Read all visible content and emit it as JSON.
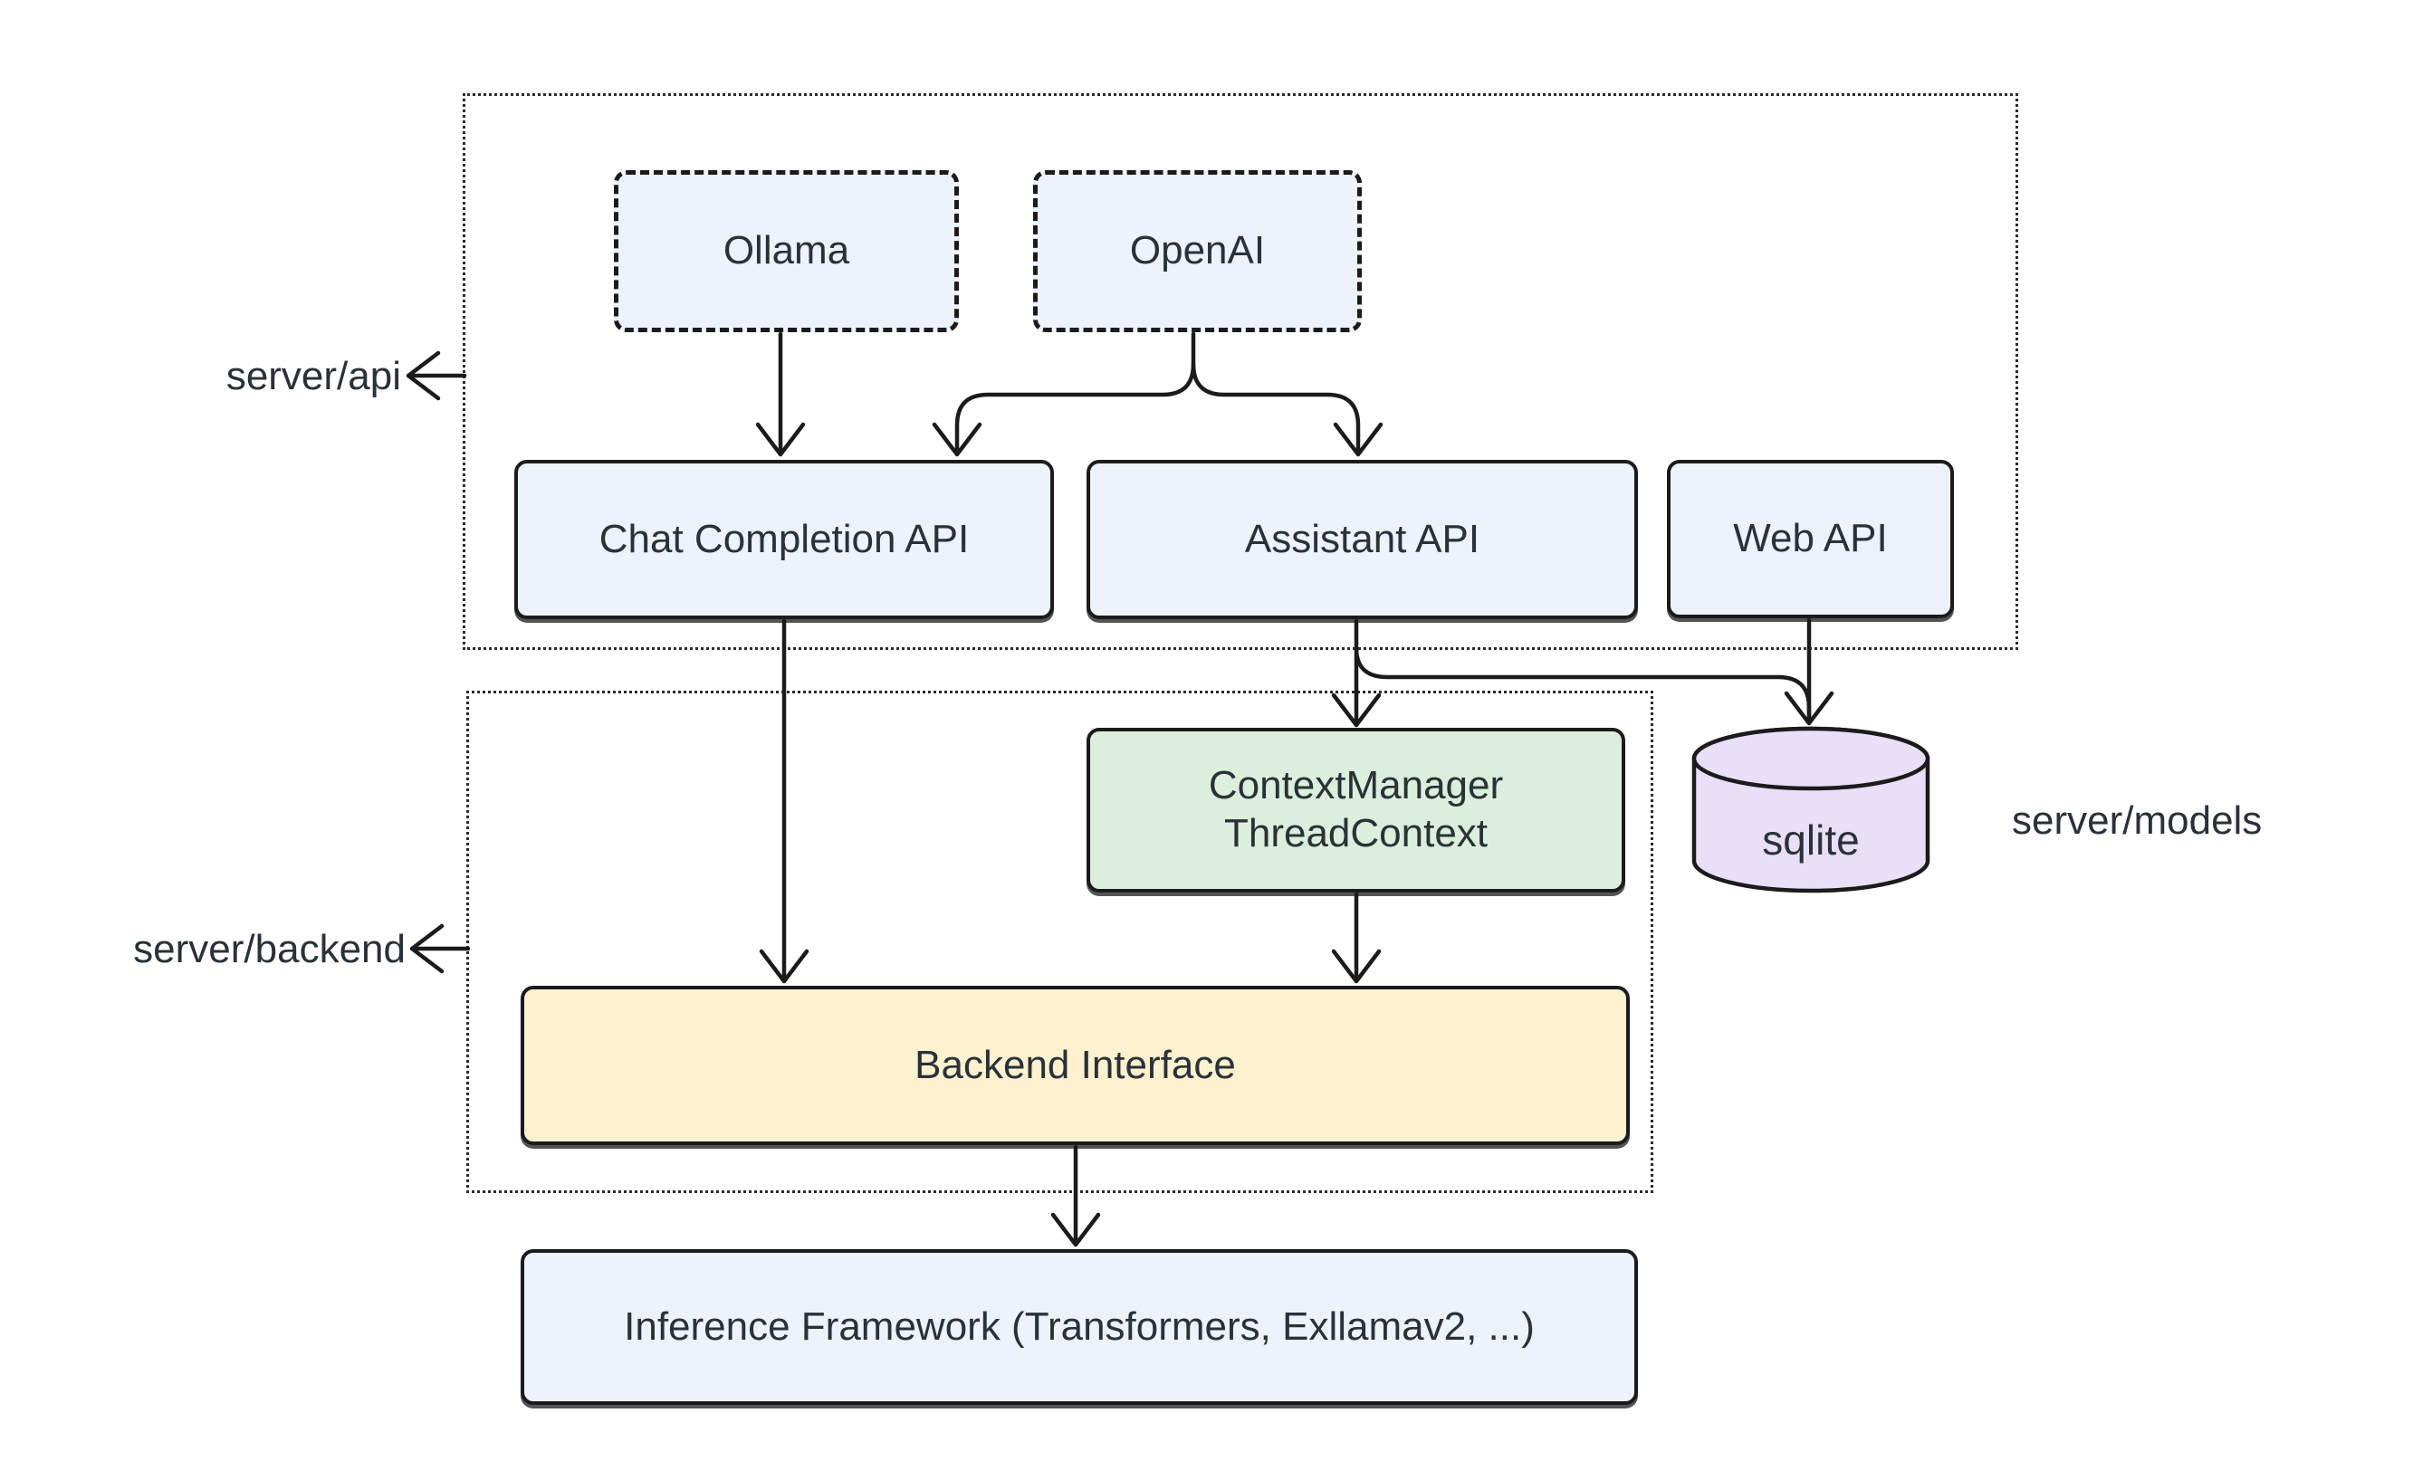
{
  "diagram": {
    "background": "#ffffff",
    "text_color": "#2a3138",
    "stroke_color": "#1b1b1b",
    "containers": {
      "server_api": {
        "label": "server/api"
      },
      "server_backend": {
        "label": "server/backend"
      },
      "server_models": {
        "label": "server/models"
      }
    },
    "nodes": {
      "ollama": {
        "label": "Ollama",
        "fill": "#edf2fb",
        "border": "dashed"
      },
      "openai": {
        "label": "OpenAI",
        "fill": "#edf2fb",
        "border": "dashed"
      },
      "chat_completion_api": {
        "label": "Chat Completion API",
        "fill": "#edf2fb",
        "border": "solid"
      },
      "assistant_api": {
        "label": "Assistant API",
        "fill": "#edf2fb",
        "border": "solid"
      },
      "web_api": {
        "label": "Web API",
        "fill": "#edf2fb",
        "border": "solid"
      },
      "context_manager": {
        "lines": [
          "ContextManager",
          "ThreadContext"
        ],
        "fill": "#dcefdc",
        "border": "solid"
      },
      "backend_interface": {
        "label": "Backend Interface",
        "fill": "#fdf1d0",
        "border": "solid"
      },
      "sqlite": {
        "label": "sqlite",
        "fill": "#e9dff8",
        "shape": "cylinder"
      },
      "inference_framework": {
        "label": "Inference Framework (Transformers, Exllamav2, ...)",
        "fill": "#edf2fb",
        "border": "solid"
      }
    },
    "edges": [
      {
        "from": "ollama",
        "to": "chat_completion_api"
      },
      {
        "from": "openai",
        "to": "chat_completion_api"
      },
      {
        "from": "openai",
        "to": "assistant_api"
      },
      {
        "from": "chat_completion_api",
        "to": "backend_interface"
      },
      {
        "from": "assistant_api",
        "to": "context_manager"
      },
      {
        "from": "assistant_api",
        "to": "sqlite"
      },
      {
        "from": "web_api",
        "to": "sqlite"
      },
      {
        "from": "context_manager",
        "to": "backend_interface"
      },
      {
        "from": "backend_interface",
        "to": "inference_framework"
      }
    ]
  }
}
